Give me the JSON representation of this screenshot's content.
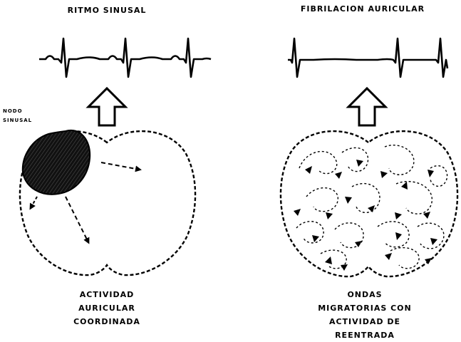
{
  "panels": {
    "left": {
      "title": "RITMO SINUSAL",
      "node_label_line1": "NODO",
      "node_label_line2": "SINUSAL",
      "caption_line1": "ACTIVIDAD",
      "caption_line2": "AURICULAR",
      "caption_line3": "COORDINADA"
    },
    "right": {
      "title": "FIBRILACION AURICULAR",
      "caption_line1": "ONDAS",
      "caption_line2": "MIGRATORIAS CON",
      "caption_line3": "ACTIVIDAD DE",
      "caption_line4": "REENTRADA"
    }
  }
}
